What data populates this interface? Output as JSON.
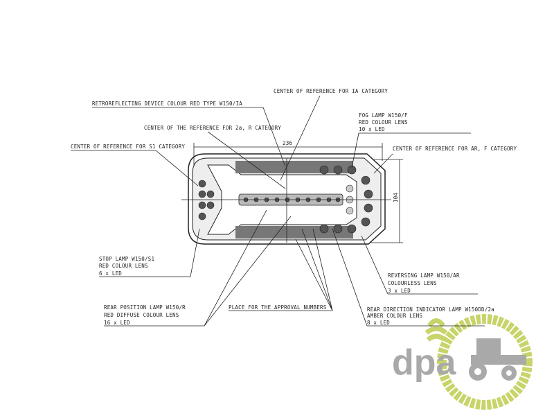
{
  "labels": {
    "ia_center": "CENTER OF REFERENCE FOR IA CATEGORY",
    "retro": "RETROREFLECTING DEVICE COLOUR RED TYPE W150/IA",
    "center_2a": "CENTER OF THE REFERENCE FOR 2a, R CATEGORY",
    "fog": [
      "FOG LAMP W150/F",
      "RED COLOUR LENS",
      "10 x LED"
    ],
    "s1_center": "CENTER OF REFERENCE FOR S1 CATEGORY",
    "arf_center": "CENTER OF REFERENCE FOR AR, F CATEGORY",
    "stop": [
      "STOP LAMP W150/S1",
      "RED COLOUR LENS",
      "6 x LED"
    ],
    "reversing": [
      "REVERSING LAMP W150/AR",
      "COLOURLESS LENS",
      "3 x LED"
    ],
    "rear_position": [
      "REAR POSITION LAMP W150/R",
      "RED DIFFUSE COLOUR LENS",
      "16 x LED"
    ],
    "approval": "PLACE FOR THE APPROVAL NUMBERS",
    "direction": [
      "REAR DIRECTION INDICATOR LAMP W150DD/2a",
      "AMBER COLOUR LENS",
      "8 x LED"
    ]
  },
  "dimensions": {
    "width": "236",
    "height": "104"
  },
  "logo": {
    "text": "dpa",
    "green": "#c8d46a",
    "gray": "#a9a9a9"
  }
}
